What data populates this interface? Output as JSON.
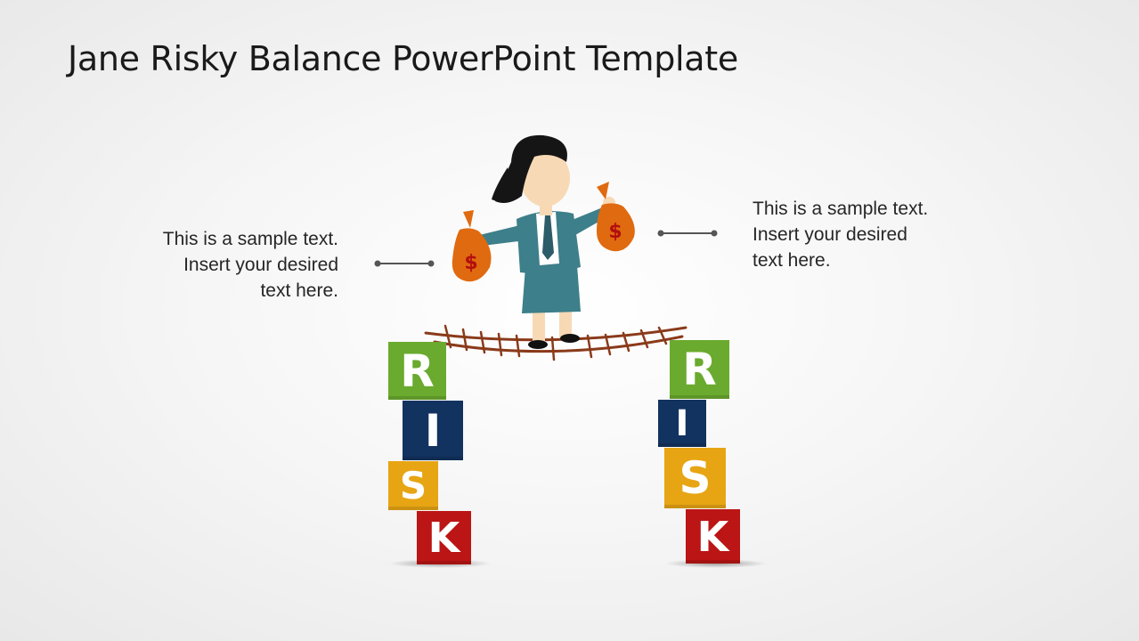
{
  "slide": {
    "title": "Jane Risky Balance PowerPoint Template"
  },
  "notes": {
    "left": [
      "This is a sample text.",
      "Insert your desired",
      "text here."
    ],
    "right": [
      "This is a sample text.",
      "Insert your desired",
      "text here."
    ]
  },
  "towers": {
    "left": [
      "R",
      "I",
      "S",
      "K"
    ],
    "right": [
      "R",
      "I",
      "S",
      "K"
    ]
  },
  "money_bag_symbol": "$",
  "colors": {
    "r_block": "#6aaa2e",
    "i_block": "#12335f",
    "s_block": "#e7a514",
    "k_block": "#bb1515",
    "bridge": "#8a3a1a",
    "money_bag": "#e06a10",
    "jacket": "#3d7f8a",
    "connector": "#555555"
  }
}
